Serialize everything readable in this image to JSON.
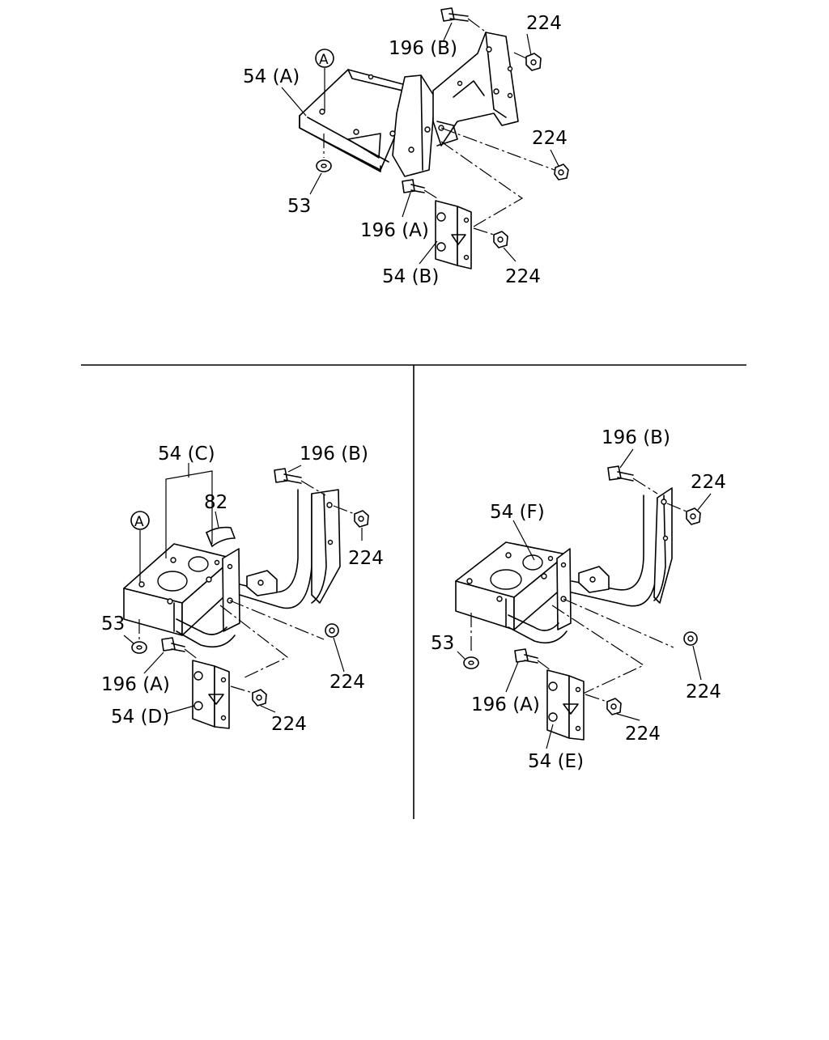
{
  "labels": {
    "top": {
      "bolt_b": "196 (B)",
      "nut_1": "224",
      "bracket_a": "54 (A)",
      "ref_a": "A",
      "nut_2": "224",
      "nut_53": "53",
      "bolt_a": "196 (A)",
      "bracket_b": "54 (B)",
      "nut_3": "224"
    },
    "left": {
      "bracket_c": "54 (C)",
      "bolt_b": "196 (B)",
      "part_82": "82",
      "ref_a": "A",
      "nut_1": "224",
      "nut_53": "53",
      "nut_2": "224",
      "bolt_a": "196 (A)",
      "bracket_d": "54 (D)",
      "nut_3": "224"
    },
    "right": {
      "bolt_b": "196 (B)",
      "nut_1": "224",
      "bracket_f": "54 (F)",
      "nut_53": "53",
      "bolt_a": "196 (A)",
      "nut_2": "224",
      "nut_3": "224",
      "bracket_e": "54 (E)"
    }
  }
}
